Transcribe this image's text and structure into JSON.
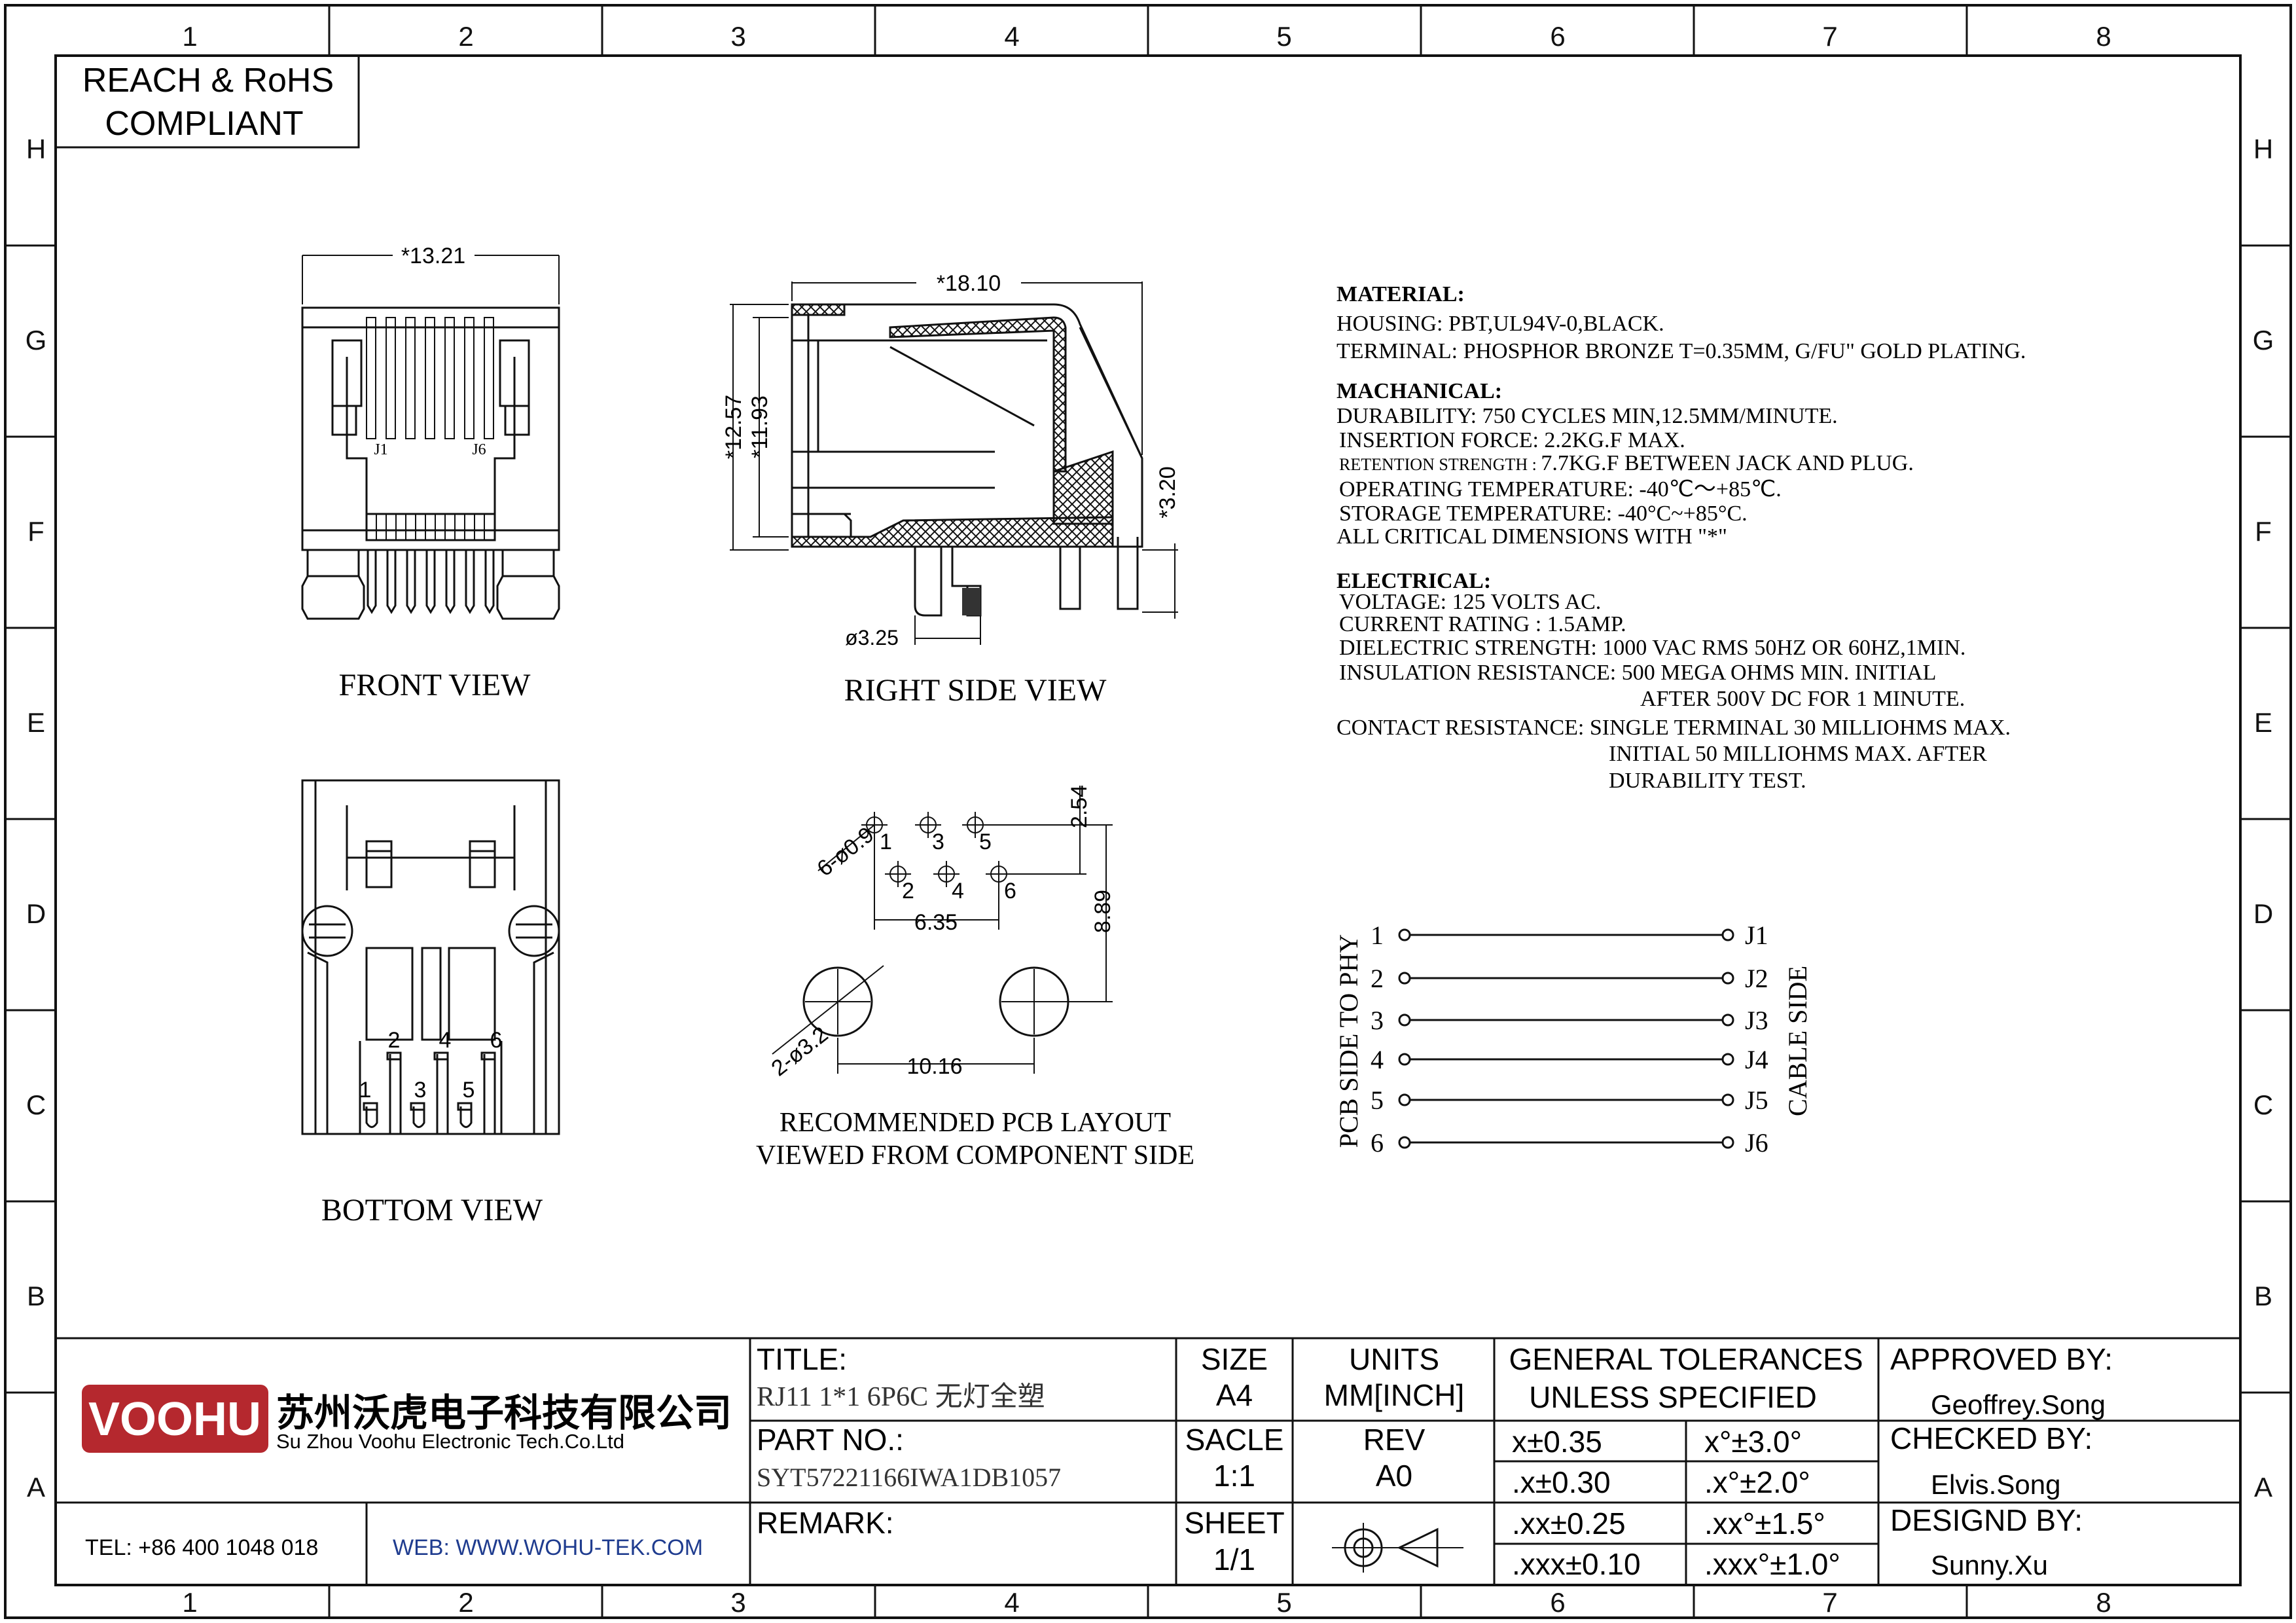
{
  "compliance": [
    "REACH & RoHS",
    "COMPLIANT"
  ],
  "grid": {
    "cols": [
      "1",
      "2",
      "3",
      "4",
      "5",
      "6",
      "7",
      "8"
    ],
    "rows": [
      "H",
      "G",
      "F",
      "E",
      "D",
      "C",
      "B",
      "A"
    ]
  },
  "views": {
    "front": "FRONT VIEW",
    "right": "RIGHT SIDE VIEW",
    "bottom": "BOTTOM VIEW",
    "pcb_line1": "RECOMMENDED PCB LAYOUT",
    "pcb_line2": "VIEWED FROM COMPONENT SIDE"
  },
  "dims": {
    "front_width": "*13.21",
    "j1": "J1",
    "j6": "J6",
    "side_width": "*18.10",
    "side_h1": "*12.57",
    "side_h2": "*11.93",
    "side_h3": "*3.20",
    "side_dia": "ø3.25",
    "pcb_small": "6-ø0.9",
    "pcb_large": "2-ø3.2",
    "pcb_254": "2.54",
    "pcb_635": "6.35",
    "pcb_889": "8.89",
    "pcb_1016": "10.16",
    "pcb_pins": [
      "1",
      "2",
      "3",
      "4",
      "5",
      "6"
    ],
    "bottom_pins": [
      "1",
      "2",
      "3",
      "4",
      "5",
      "6"
    ]
  },
  "spec": {
    "material_title": "MATERIAL:",
    "housing": "HOUSING: PBT,UL94V-0,BLACK.",
    "terminal": "TERMINAL: PHOSPHOR BRONZE T=0.35MM, G/FU\" GOLD PLATING.",
    "mech_title": "MACHANICAL:",
    "durability": "DURABILITY: 750 CYCLES MIN,12.5MM/MINUTE.",
    "insertion": "INSERTION FORCE: 2.2KG.F MAX.",
    "retention_a": "RETENTION STRENGTH : ",
    "retention_b": "7.7KG.F BETWEEN JACK AND PLUG.",
    "op_temp": "OPERATING TEMPERATURE: -40℃～+85℃.",
    "st_temp": "STORAGE TEMPERATURE: -40°C~+85°C.",
    "critical": "ALL CRITICAL DIMENSIONS WITH \"*\"",
    "elec_title": "ELECTRICAL:",
    "voltage": "VOLTAGE: 125 VOLTS AC.",
    "current": "CURRENT RATING : 1.5AMP.",
    "dielectric": "DIELECTRIC STRENGTH: 1000 VAC RMS 50HZ OR 60HZ,1MIN.",
    "insulation1": "INSULATION RESISTANCE: 500 MEGA OHMS MIN. INITIAL",
    "insulation2": "AFTER 500V DC FOR 1 MINUTE.",
    "contact1": "CONTACT RESISTANCE: SINGLE TERMINAL 30 MILLIOHMS MAX.",
    "contact2": "INITIAL 50 MILLIOHMS MAX. AFTER",
    "contact3": "DURABILITY TEST."
  },
  "schematic": {
    "left_label": "PCB SIDE TO PHY",
    "right_label": "CABLE SIDE",
    "pins": [
      {
        "l": "1",
        "r": "J1"
      },
      {
        "l": "2",
        "r": "J2"
      },
      {
        "l": "3",
        "r": "J3"
      },
      {
        "l": "4",
        "r": "J4"
      },
      {
        "l": "5",
        "r": "J5"
      },
      {
        "l": "6",
        "r": "J6"
      }
    ]
  },
  "title_block": {
    "logo": "VOOHU",
    "company_cn": "苏州沃虎电子科技有限公司",
    "company_en": "Su Zhou Voohu Electronic Tech.Co.Ltd",
    "tel": "TEL: +86 400 1048 018",
    "web": "WEB: WWW.WOHU-TEK.COM",
    "title_label": "TITLE:",
    "title_value": "RJ11 1*1 6P6C 无灯全塑",
    "part_label": "PART NO.:",
    "part_value": "SYT57221166IWA1DB1057",
    "remark_label": "REMARK:",
    "size_label": "SIZE",
    "size_value": "A4",
    "units_label": "UNITS",
    "units_value": "MM[INCH]",
    "scale_label": "SACLE",
    "scale_value": "1:1",
    "rev_label": "REV",
    "rev_value": "A0",
    "sheet_label": "SHEET",
    "sheet_value": "1/1",
    "tol_title1": "GENERAL TOLERANCES",
    "tol_title2": "UNLESS SPECIFIED",
    "tol": [
      [
        "x±0.35",
        "x°±3.0°"
      ],
      [
        ".x±0.30",
        ".x°±2.0°"
      ],
      [
        ".xx±0.25",
        ".xx°±1.5°"
      ],
      [
        ".xxx±0.10",
        ".xxx°±1.0°"
      ]
    ],
    "approved_label": "APPROVED BY:",
    "approved_value": "Geoffrey.Song",
    "checked_label": "CHECKED BY:",
    "checked_value": "Elvis.Song",
    "designed_label": "DESIGND BY:",
    "designed_value": "Sunny.Xu"
  },
  "colors": {
    "logo_red": "#b5282e",
    "link_blue": "#1f3c8f"
  }
}
